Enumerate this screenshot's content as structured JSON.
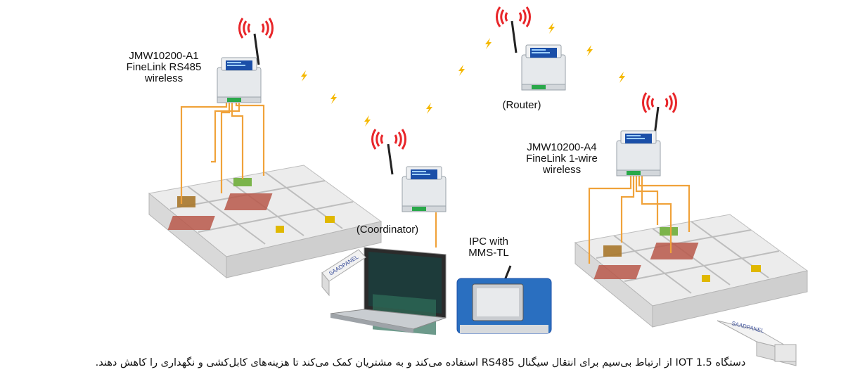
{
  "labels": {
    "node_a1_model": "JMW10200-A1",
    "node_a1_desc1": "FineLink RS485",
    "node_a1_desc2": "wireless",
    "node_a4_model": "JMW10200-A4",
    "node_a4_desc1": "FineLink 1-wire",
    "node_a4_desc2": "wireless",
    "router": "(Router)",
    "coordinator": "(Coordinator)",
    "ipc_line1": "IPC with",
    "ipc_line2": "MMS-TL",
    "truck_brand_left": "SAADPANEL",
    "truck_brand_right": "SAADPANEL"
  },
  "caption": "دستگاه  IOT 1.5 از ارتباط بی‌سیم برای انتقال سیگنال  RS485 استفاده می‌کند و به مشتریان کمک می‌کند تا هزینه‌های کابل‌کشی و نگهداری را کاهش دهند.",
  "colors": {
    "cable": "#f0a23a",
    "signal": "#e8262a",
    "spark": "#f5b800",
    "device_body": "#e9ecef",
    "screen": "#1b4fa8"
  },
  "icons": [
    "wifi-signal-icon",
    "lightning-icon",
    "antenna-icon"
  ]
}
